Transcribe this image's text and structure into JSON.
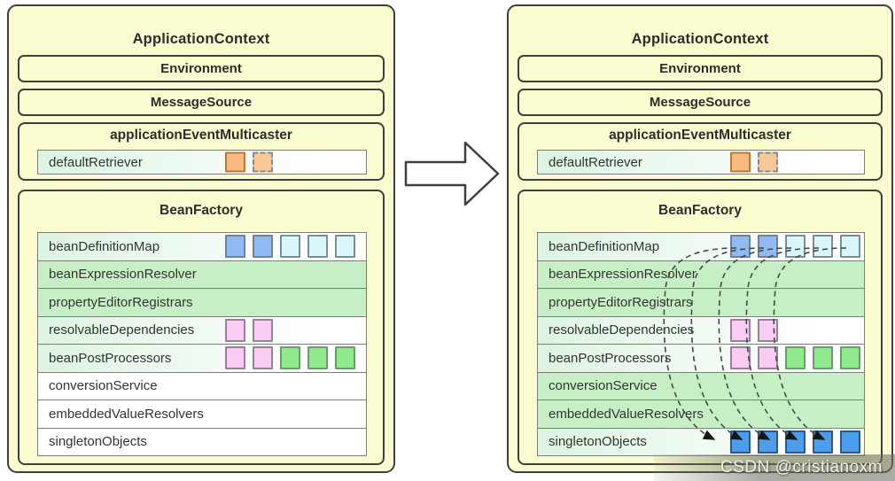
{
  "watermark": {
    "text": "CSDN @cristianoxm"
  },
  "colors": {
    "panel_bg": "#fbfbd0",
    "panel_border": "#3f3f3f",
    "row_border": "#7d7d7d",
    "row_green": "#c7efc5",
    "row_gradient_start": "#dcf4e0",
    "row_white": "#ffffff",
    "curve_stroke": "#474747",
    "squares": {
      "orange": {
        "fill": "#f8ba80",
        "border": "#b57b3a"
      },
      "orange-dashed": {
        "fill": "#f8c795",
        "border": "#8a8a8a"
      },
      "blue": {
        "fill": "#8fbaf3",
        "border": "#72809c"
      },
      "cyan": {
        "fill": "#d9f7fa",
        "border": "#7d8f94"
      },
      "pink": {
        "fill": "#fbccf3",
        "border": "#97809a"
      },
      "green": {
        "fill": "#8eeb8b",
        "border": "#6f9b6f"
      },
      "sblue": {
        "fill": "#4d9eea",
        "border": "#33567e"
      }
    }
  },
  "panels": {
    "left": {
      "title": "ApplicationContext",
      "environment_label": "Environment",
      "message_source_label": "MessageSource",
      "multicaster": {
        "title": "applicationEventMulticaster",
        "row": {
          "label": "defaultRetriever",
          "bg": "gradient",
          "squares": [
            {
              "color": "orange"
            },
            {
              "color": "orange-dashed",
              "dashed": true
            }
          ]
        }
      },
      "bean_factory": {
        "title": "BeanFactory",
        "rows": [
          {
            "label": "beanDefinitionMap",
            "bg": "gradient",
            "squares": [
              {
                "color": "blue"
              },
              {
                "color": "blue"
              },
              {
                "color": "cyan"
              },
              {
                "color": "cyan"
              },
              {
                "color": "cyan"
              }
            ]
          },
          {
            "label": "beanExpressionResolver",
            "bg": "green",
            "squares": []
          },
          {
            "label": "propertyEditorRegistrars",
            "bg": "green",
            "squares": []
          },
          {
            "label": "resolvableDependencies",
            "bg": "gradient",
            "squares": [
              {
                "color": "pink"
              },
              {
                "color": "pink"
              }
            ]
          },
          {
            "label": "beanPostProcessors",
            "bg": "gradient",
            "squares": [
              {
                "color": "pink"
              },
              {
                "color": "pink"
              },
              {
                "color": "green"
              },
              {
                "color": "green"
              },
              {
                "color": "green"
              }
            ]
          },
          {
            "label": "conversionService",
            "bg": "white",
            "squares": []
          },
          {
            "label": "embeddedValueResolvers",
            "bg": "white",
            "squares": []
          },
          {
            "label": "singletonObjects",
            "bg": "white",
            "squares": []
          }
        ]
      }
    },
    "right": {
      "title": "ApplicationContext",
      "environment_label": "Environment",
      "message_source_label": "MessageSource",
      "multicaster": {
        "title": "applicationEventMulticaster",
        "row": {
          "label": "defaultRetriever",
          "bg": "gradient",
          "squares": [
            {
              "color": "orange"
            },
            {
              "color": "orange-dashed",
              "dashed": true
            }
          ]
        }
      },
      "bean_factory": {
        "title": "BeanFactory",
        "rows": [
          {
            "label": "beanDefinitionMap",
            "bg": "gradient",
            "squares": [
              {
                "color": "blue"
              },
              {
                "color": "blue"
              },
              {
                "color": "cyan"
              },
              {
                "color": "cyan"
              },
              {
                "color": "cyan"
              }
            ]
          },
          {
            "label": "beanExpressionResolver",
            "bg": "green",
            "squares": []
          },
          {
            "label": "propertyEditorRegistrars",
            "bg": "green",
            "squares": []
          },
          {
            "label": "resolvableDependencies",
            "bg": "gradient",
            "squares": [
              {
                "color": "pink"
              },
              {
                "color": "pink"
              }
            ]
          },
          {
            "label": "beanPostProcessors",
            "bg": "gradient",
            "squares": [
              {
                "color": "pink"
              },
              {
                "color": "pink"
              },
              {
                "color": "green"
              },
              {
                "color": "green"
              },
              {
                "color": "green"
              }
            ]
          },
          {
            "label": "conversionService",
            "bg": "green",
            "squares": []
          },
          {
            "label": "embeddedValueResolvers",
            "bg": "green",
            "squares": []
          },
          {
            "label": "singletonObjects",
            "bg": "gradient",
            "squares": [
              {
                "color": "sblue"
              },
              {
                "color": "sblue"
              },
              {
                "color": "sblue"
              },
              {
                "color": "sblue"
              },
              {
                "color": "sblue"
              }
            ]
          }
        ]
      }
    }
  },
  "flow": {
    "count": 5,
    "from_row": "beanDefinitionMap",
    "to_row": "singletonObjects"
  }
}
